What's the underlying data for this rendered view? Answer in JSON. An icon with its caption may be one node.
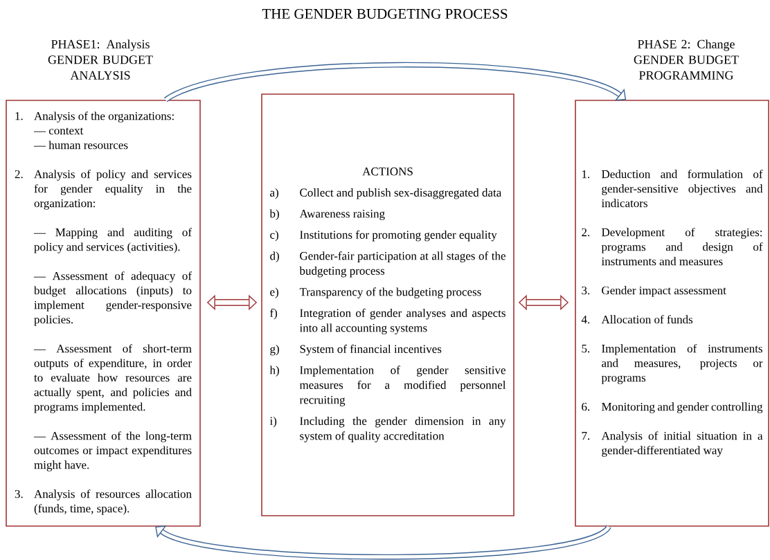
{
  "diagram": {
    "title": "THE GENDER BUDGETING PROCESS",
    "nodes": [
      {
        "text": [
          "PHASE1: Analysis",
          "GENDER BUDGET ANALYSIS",
          "1.",
          "Analysis of the organizations:",
          "— context",
          "— human resources",
          "2.",
          "Analysis of policy and services for gender equality in the organization:",
          "— Mapping and auditing of policy and services (activities).",
          "— Assessment of adequacy of budget allocations (inputs) to implement gender-responsive policies.",
          "— Assessment of short-term outputs of expenditure, in order to evaluate how resources are actually spent, and policies and programs implemented.",
          "— Assessment of the long-term outcomes or impact expenditures might have.",
          "3.",
          "Analysis of resources allocation (funds, time, space)."
        ]
      },
      {
        "text": [
          "ACTIONS",
          "a)",
          "Collect and publish sex-disaggregated data",
          "b)",
          "Awareness raising",
          "c)",
          "Institutions for promoting gender equality",
          "d)",
          "Gender-fair participation at all stages of the budgeting process",
          "e)",
          "Transparency of the budgeting process",
          "f)",
          "Integration of gender analyses and aspects into all accounting systems",
          "g)",
          "System of financial incentives",
          "h)",
          "Implementation of gender sensitive measures for a modified personnel recruiting",
          "i)",
          "Including the gender dimension in any system of quality accreditation"
        ]
      },
      {
        "text": [
          "PHASE 2: Change",
          "GENDER BUDGET PROGRAMMING",
          "1.",
          "Deduction and formulation of gender-sensitive objectives and indicators",
          "2.",
          "Development of strategies: programs and design of instruments and measures",
          "3.",
          "Gender impact assessment",
          "4.",
          "Allocation of funds",
          "5.",
          "Implementation of instruments and measures, projects or programs",
          "6.",
          "Monitoring and gender controlling",
          "7.",
          "Analysis of initial situation in a gender-differentiated way"
        ]
      }
    ],
    "edges": [
      {
        "from": 0,
        "to": 1,
        "arrow": "both",
        "color": "#9e3434"
      },
      {
        "from": 1,
        "to": 2,
        "arrow": "both",
        "color": "#9e3434"
      },
      {
        "from": 0,
        "to": 2,
        "arrow": "to",
        "color": "#3c6494"
      },
      {
        "from": 2,
        "to": 0,
        "arrow": "to",
        "color": "#3c6494"
      }
    ]
  }
}
